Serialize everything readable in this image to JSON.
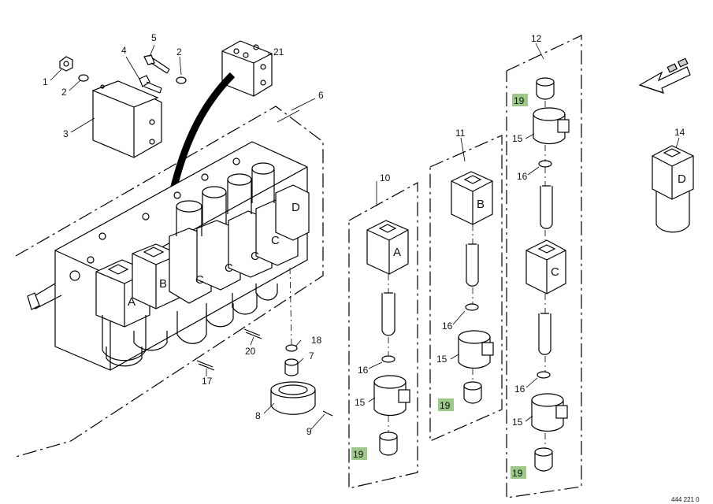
{
  "callouts": {
    "c1": "1",
    "c2a": "2",
    "c2b": "2",
    "c3": "3",
    "c4": "4",
    "c5": "5",
    "c6": "6",
    "c7": "7",
    "c8": "8",
    "c9": "9",
    "c10": "10",
    "c11": "11",
    "c12": "12",
    "c14": "14",
    "c15a": "15",
    "c15b": "15",
    "c15c": "15",
    "c15d": "15",
    "c16a": "16",
    "c16b": "16",
    "c16c": "16",
    "c16d": "16",
    "c17": "17",
    "c18": "18",
    "c19a": "19",
    "c19b": "19",
    "c19c": "19",
    "c19d": "19",
    "c20": "20",
    "c21": "21"
  },
  "valve_letters": {
    "main_a": "A",
    "main_b": "B",
    "main_c1": "C",
    "main_c2": "C",
    "main_c3": "C",
    "main_c4": "C",
    "main_d": "D",
    "col_a": "A",
    "col_b": "B",
    "col_c": "C",
    "col_d": "D"
  },
  "highlight_color": "#9cc98a",
  "reference_code": "444 221 0"
}
